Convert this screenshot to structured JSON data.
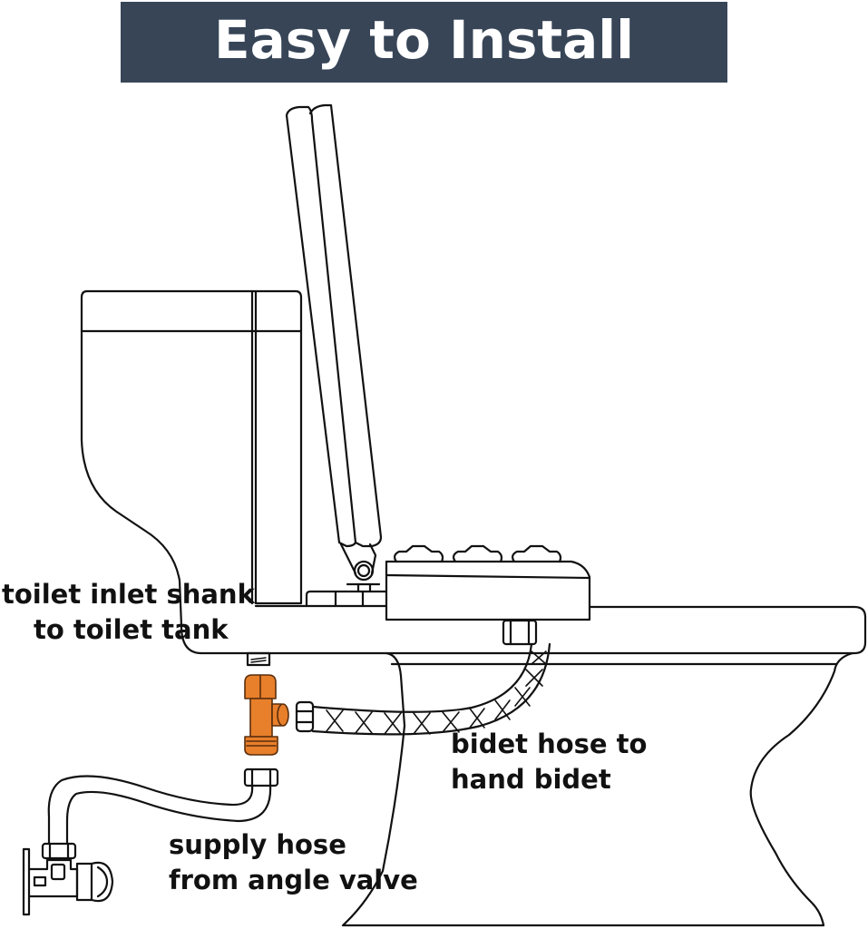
{
  "banner": {
    "title": "Easy to Install",
    "background_color": "#374557",
    "text_color": "#ffffff"
  },
  "diagram": {
    "subject": "toilet-with-bidet-attachment-side-view",
    "line_color": "#111111",
    "tee_adapter_color": "#E87F2A",
    "components": [
      "toilet-tank",
      "toilet-lid-and-seat",
      "seat-hinge",
      "bidet-control-panel",
      "bidet-buttons",
      "toilet-bowl",
      "toilet-inlet-shank",
      "brass-tee-adapter",
      "braided-bidet-hose",
      "supply-hose",
      "angle-valve"
    ]
  },
  "labels": {
    "inlet_shank": {
      "line1": "toilet inlet shank",
      "line2": "to toilet tank"
    },
    "bidet_hose": {
      "line1": "bidet hose to",
      "line2": "hand bidet"
    },
    "supply_hose": {
      "line1": "supply hose",
      "line2": "from angle valve"
    }
  }
}
